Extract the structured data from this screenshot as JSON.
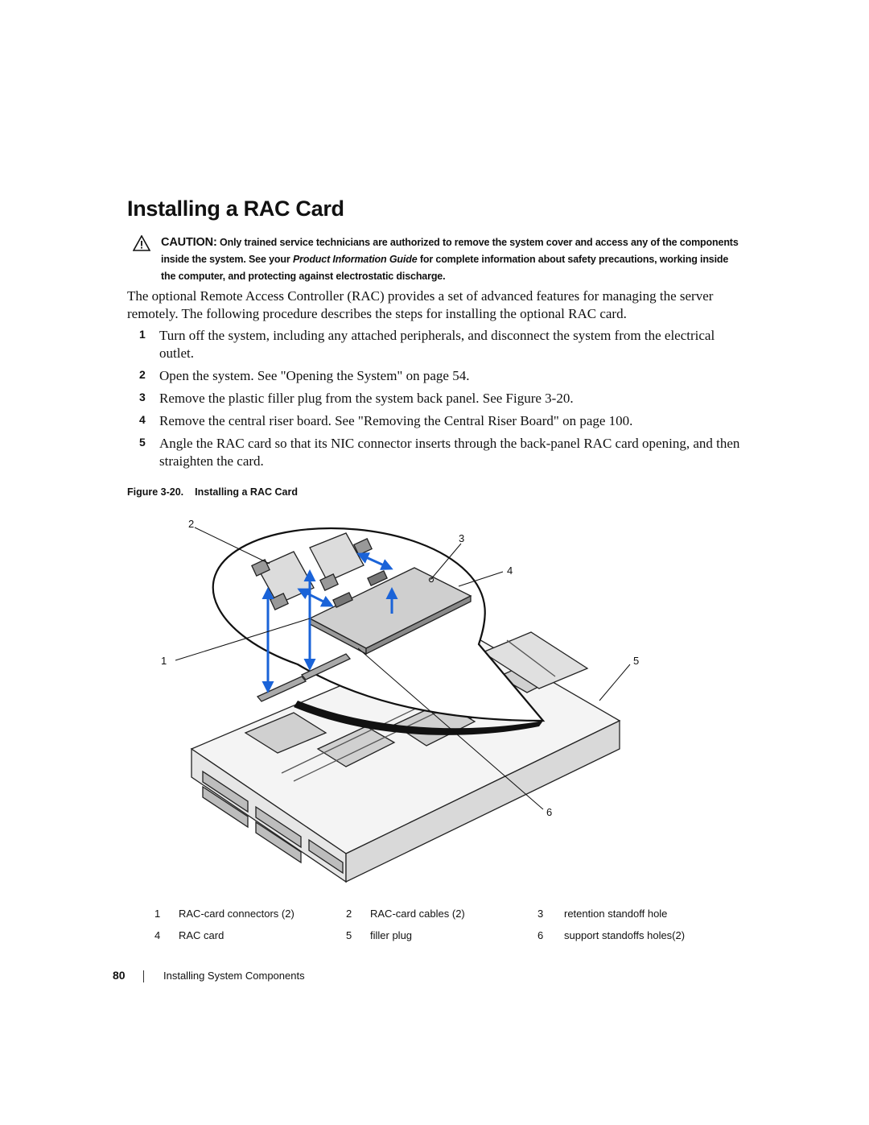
{
  "heading": "Installing a RAC Card",
  "caution": {
    "label": "CAUTION:",
    "text_before": "Only trained service technicians are authorized to remove the system cover and access any of the components inside the system. See your",
    "italic": "Product Information Guide",
    "text_after": "for complete information about safety precautions, working inside the computer, and protecting against electrostatic discharge."
  },
  "intro": "The optional Remote Access Controller (RAC) provides a set of advanced features for managing the server remotely. The following procedure describes the steps for installing the optional RAC card.",
  "steps": [
    {
      "num": "1",
      "text": "Turn off the system, including any attached peripherals, and disconnect the system from the electrical outlet."
    },
    {
      "num": "2",
      "text": "Open the system. See \"Opening the System\" on page 54."
    },
    {
      "num": "3",
      "text": "Remove the plastic filler plug from the system back panel. See Figure 3-20."
    },
    {
      "num": "4",
      "text": "Remove the central riser board. See \"Removing the Central Riser Board\" on page 100."
    },
    {
      "num": "5",
      "text": "Angle the RAC card so that its NIC connector inserts through the back-panel RAC card opening, and then straighten the card."
    }
  ],
  "figure": {
    "number": "Figure 3-20.",
    "title": "Installing a RAC Card",
    "callouts": [
      "1",
      "2",
      "3",
      "4",
      "5",
      "6"
    ]
  },
  "legend": [
    {
      "num": "1",
      "label": "RAC-card connectors (2)"
    },
    {
      "num": "2",
      "label": "RAC-card cables (2)"
    },
    {
      "num": "3",
      "label": "retention standoff hole"
    },
    {
      "num": "4",
      "label": "RAC card"
    },
    {
      "num": "5",
      "label": "filler plug"
    },
    {
      "num": "6",
      "label": "support standoffs holes(2)"
    }
  ],
  "footer": {
    "page_number": "80",
    "section": "Installing System Components"
  },
  "colors": {
    "arrow": "#1a63d8",
    "text": "#111111"
  }
}
